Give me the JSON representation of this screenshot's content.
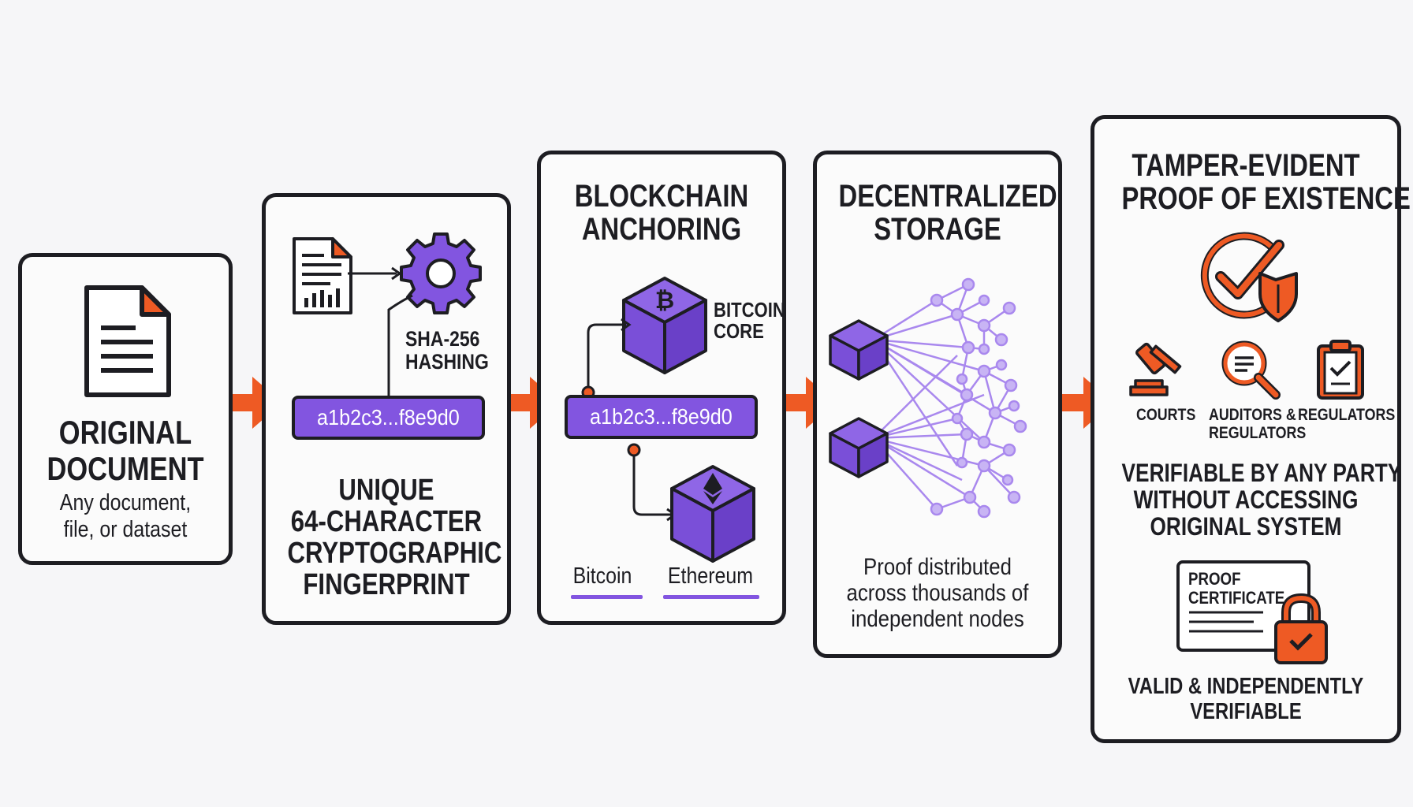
{
  "colors": {
    "purple": "#8255e0",
    "purple_light": "#a988ee",
    "orange": "#ee5a24",
    "ink": "#1d1d22",
    "background": "#f6f6f8"
  },
  "step1": {
    "title_line1": "ORIGINAL",
    "title_line2": "DOCUMENT",
    "desc_line1": "Any document,",
    "desc_line2": "file, or dataset",
    "icon": "document-icon"
  },
  "step2": {
    "hashing_line1": "SHA-256",
    "hashing_line2": "HASHING",
    "hash_value": "a1b2c3...f8e9d0",
    "caption_line1": "UNIQUE",
    "caption_line2": "64-CHARACTER",
    "caption_line3": "CRYPTOGRAPHIC",
    "caption_line4": "FINGERPRINT",
    "icons": [
      "document-chart-icon",
      "gear-icon"
    ]
  },
  "step3": {
    "title_line1": "BLOCKCHAIN",
    "title_line2": "ANCHORING",
    "hash_value": "a1b2c3...f8e9d0",
    "core_line1": "BITCOIN",
    "core_line2": "CORE",
    "chain1": "Bitcoin",
    "chain2": "Ethereum",
    "icons": [
      "bitcoin-cube-icon",
      "ethereum-cube-icon"
    ]
  },
  "step4": {
    "title_line1": "DECENTRALIZED",
    "title_line2": "STORAGE",
    "desc_line1": "Proof distributed",
    "desc_line2": "across thousands of",
    "desc_line3": "independent nodes",
    "icon": "network-nodes-icon"
  },
  "step5": {
    "title_line1": "TAMPER-EVIDENT",
    "title_line2": "PROOF OF EXISTENCE",
    "parties": [
      {
        "icon": "gavel-icon",
        "line1": "COURTS",
        "line2": ""
      },
      {
        "icon": "magnifier-icon",
        "line1": "AUDITORS &",
        "line2": "REGULATORS"
      },
      {
        "icon": "clipboard-icon",
        "line1": "REGULATORS",
        "line2": ""
      }
    ],
    "verify_line1": "VERIFIABLE BY ANY PARTY",
    "verify_line2": "WITHOUT ACCESSING",
    "verify_line3": "ORIGINAL SYSTEM",
    "certificate_line1": "PROOF",
    "certificate_line2": "CERTIFICATE",
    "valid_line1": "VALID & INDEPENDENTLY",
    "valid_line2": "VERIFIABLE"
  }
}
